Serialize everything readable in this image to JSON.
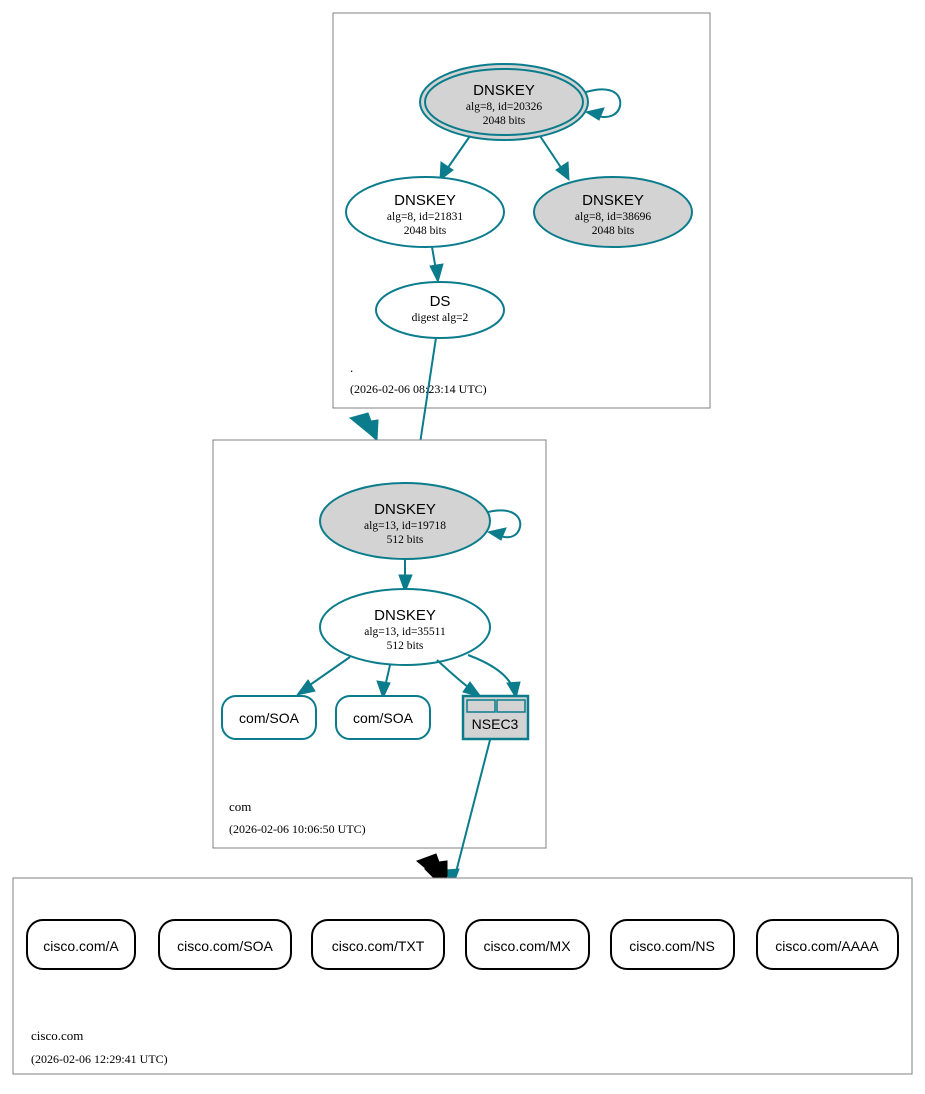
{
  "diagram": {
    "type": "dnssec-authentication-chain",
    "zones": [
      {
        "id": "root",
        "label": ".",
        "timestamp": "(2026-02-06 08:23:14 UTC)",
        "nodes": [
          {
            "id": "root-ksk",
            "kind": "DNSKEY",
            "title": "DNSKEY",
            "line2": "alg=8, id=20326",
            "line3": "2048 bits",
            "sep": true,
            "fill": "gray"
          },
          {
            "id": "root-zsk",
            "kind": "DNSKEY",
            "title": "DNSKEY",
            "line2": "alg=8, id=21831",
            "line3": "2048 bits",
            "sep": false,
            "fill": "white"
          },
          {
            "id": "root-key-38696",
            "kind": "DNSKEY",
            "title": "DNSKEY",
            "line2": "alg=8, id=38696",
            "line3": "2048 bits",
            "sep": false,
            "fill": "gray"
          },
          {
            "id": "root-ds",
            "kind": "DS",
            "title": "DS",
            "line2": "digest alg=2",
            "line3": "",
            "sep": false,
            "fill": "white"
          }
        ]
      },
      {
        "id": "com",
        "label": "com",
        "timestamp": "(2026-02-06 10:06:50 UTC)",
        "nodes": [
          {
            "id": "com-ksk",
            "kind": "DNSKEY",
            "title": "DNSKEY",
            "line2": "alg=13, id=19718",
            "line3": "512 bits",
            "sep": false,
            "fill": "gray"
          },
          {
            "id": "com-zsk",
            "kind": "DNSKEY",
            "title": "DNSKEY",
            "line2": "alg=13, id=35511",
            "line3": "512 bits",
            "sep": false,
            "fill": "white"
          },
          {
            "id": "com-soa-1",
            "kind": "RRset",
            "title": "com/SOA"
          },
          {
            "id": "com-soa-2",
            "kind": "RRset",
            "title": "com/SOA"
          },
          {
            "id": "com-nsec3",
            "kind": "NSEC3",
            "title": "NSEC3"
          }
        ]
      },
      {
        "id": "cisco",
        "label": "cisco.com",
        "timestamp": "(2026-02-06 12:29:41 UTC)",
        "nodes": [
          {
            "id": "cisco-a",
            "kind": "RRset",
            "title": "cisco.com/A"
          },
          {
            "id": "cisco-soa",
            "kind": "RRset",
            "title": "cisco.com/SOA"
          },
          {
            "id": "cisco-txt",
            "kind": "RRset",
            "title": "cisco.com/TXT"
          },
          {
            "id": "cisco-mx",
            "kind": "RRset",
            "title": "cisco.com/MX"
          },
          {
            "id": "cisco-ns",
            "kind": "RRset",
            "title": "cisco.com/NS"
          },
          {
            "id": "cisco-aaaa",
            "kind": "RRset",
            "title": "cisco.com/AAAA"
          }
        ]
      }
    ],
    "colors": {
      "secure": "#0a7c8c",
      "insecure": "#000000",
      "node_fill_gray": "#d3d3d3",
      "cluster_border": "#808080",
      "background": "#ffffff"
    }
  }
}
